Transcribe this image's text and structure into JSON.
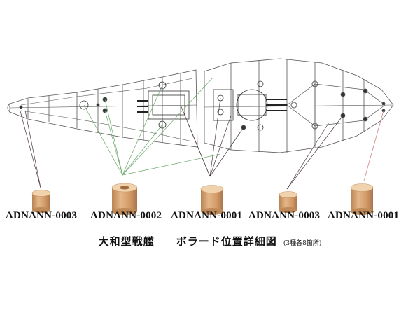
{
  "parts": [
    {
      "code": "ADNANN-0003"
    },
    {
      "code": "ADNANN-0002"
    },
    {
      "code": "ADNANN-0001"
    },
    {
      "code": "ADNANN-0003"
    },
    {
      "code": "ADNANN-0001"
    }
  ],
  "caption": {
    "ship": "大和型戦艦",
    "title": "ボラード位置詳細図",
    "note": "(3種各8箇所)"
  },
  "colors": {
    "leader_green": "#6aa86a",
    "leader_dark": "#4a3838",
    "leader_red": "#c87474",
    "bollard_body": "#d9a878",
    "bollard_top": "#f0d2ac"
  }
}
